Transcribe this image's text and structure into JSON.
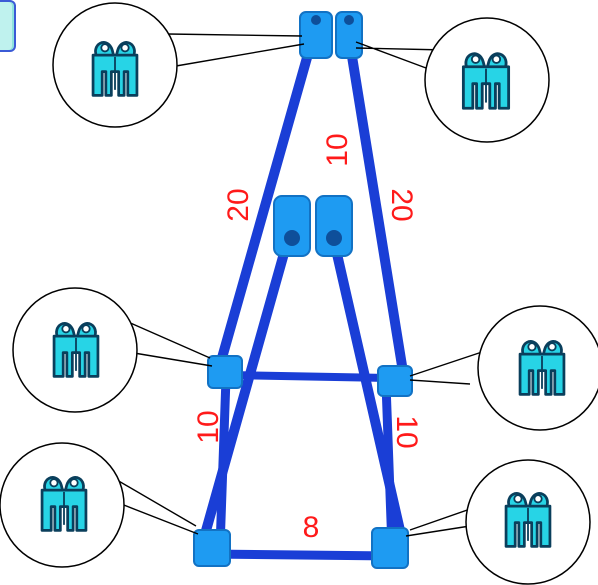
{
  "colors": {
    "rod": "#1a3ed6",
    "rod_dark": "#0e2a9a",
    "rod_light": "#5a7cf0",
    "connector": "#1e9bf2",
    "connector_dark": "#1272c4",
    "callout_icon": "#27d4e6",
    "callout_icon_stroke": "#0a3f5c",
    "label": "#ff1a1a",
    "corner_box": "#bff2ee"
  },
  "labels": {
    "top_gap": "10",
    "left_upper_rod": "20",
    "right_upper_rod": "20",
    "left_lower_rod": "10",
    "right_lower_rod": "10",
    "bottom_rod": "8"
  },
  "callouts": [
    {
      "name": "callout-top-left",
      "icon": "clip-connector-icon"
    },
    {
      "name": "callout-top-right",
      "icon": "clip-connector-icon"
    },
    {
      "name": "callout-middle-left",
      "icon": "clip-connector-icon"
    },
    {
      "name": "callout-middle-right",
      "icon": "clip-connector-icon"
    },
    {
      "name": "callout-bottom-left",
      "icon": "clip-connector-icon"
    },
    {
      "name": "callout-bottom-right",
      "icon": "clip-connector-icon"
    }
  ]
}
